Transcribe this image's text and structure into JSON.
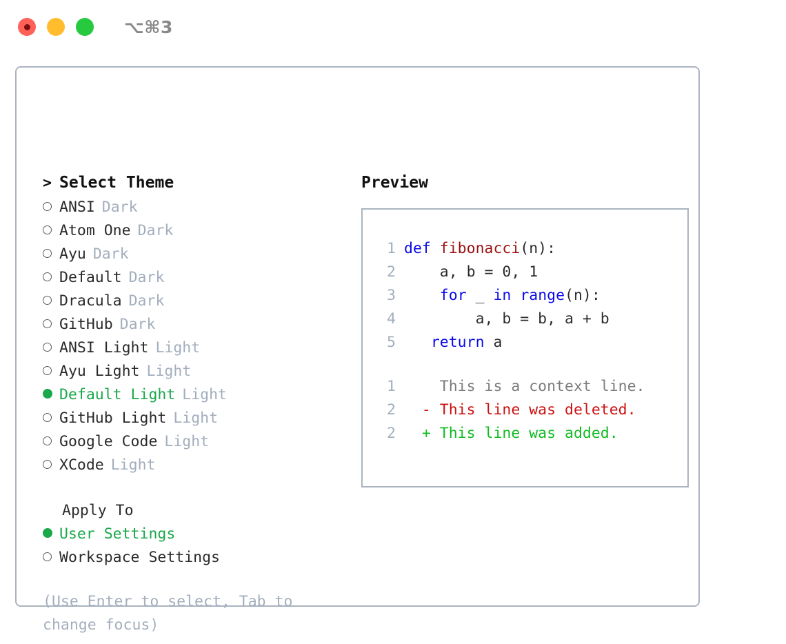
{
  "window": {
    "shortcut": "⌥⌘3",
    "traffic_lights": [
      {
        "name": "close-button",
        "color": "#ff6058"
      },
      {
        "name": "minimize-button",
        "color": "#ffbd2e"
      },
      {
        "name": "maximize-button",
        "color": "#27c93f"
      }
    ]
  },
  "colors": {
    "accent_green": "#1aa84a",
    "muted": "#a3aebd",
    "border": "#aab4c0",
    "keyword_blue": "#0a0ae8",
    "function_red": "#9c1111",
    "diff_add": "#11bb22",
    "diff_del": "#cc1111"
  },
  "theme_list": {
    "header_marker": ">",
    "header": "Select Theme",
    "items": [
      {
        "marker": "○",
        "name": "ANSI",
        "tag": "Dark",
        "selected": false
      },
      {
        "marker": "○",
        "name": "Atom One",
        "tag": "Dark",
        "selected": false
      },
      {
        "marker": "○",
        "name": "Ayu",
        "tag": "Dark",
        "selected": false
      },
      {
        "marker": "○",
        "name": "Default",
        "tag": "Dark",
        "selected": false
      },
      {
        "marker": "○",
        "name": "Dracula",
        "tag": "Dark",
        "selected": false
      },
      {
        "marker": "○",
        "name": "GitHub",
        "tag": "Dark",
        "selected": false
      },
      {
        "marker": "○",
        "name": "ANSI Light",
        "tag": "Light",
        "selected": false
      },
      {
        "marker": "○",
        "name": "Ayu Light",
        "tag": "Light",
        "selected": false
      },
      {
        "marker": "●",
        "name": "Default Light",
        "tag": "Light",
        "selected": true
      },
      {
        "marker": "○",
        "name": "GitHub Light",
        "tag": "Light",
        "selected": false
      },
      {
        "marker": "○",
        "name": "Google Code",
        "tag": "Light",
        "selected": false
      },
      {
        "marker": "○",
        "name": "XCode",
        "tag": "Light",
        "selected": false
      }
    ]
  },
  "apply_to": {
    "label": "Apply To",
    "options": [
      {
        "marker": "●",
        "name": "User Settings",
        "selected": true
      },
      {
        "marker": "○",
        "name": "Workspace Settings",
        "selected": false
      }
    ]
  },
  "hint": "(Use Enter to select, Tab to change focus)",
  "preview": {
    "title": "Preview",
    "code_lines": [
      {
        "no": "1",
        "indent": "",
        "tokens": [
          {
            "t": "def",
            "c": "kw"
          },
          {
            "t": " ",
            "c": "code-text"
          },
          {
            "t": "fibonacci",
            "c": "fn"
          },
          {
            "t": "(n):",
            "c": "code-text"
          }
        ]
      },
      {
        "no": "2",
        "indent": "    ",
        "tokens": [
          {
            "t": "a, b = 0, 1",
            "c": "code-text"
          }
        ]
      },
      {
        "no": "3",
        "indent": "    ",
        "tokens": [
          {
            "t": "for",
            "c": "kw"
          },
          {
            "t": " _ ",
            "c": "code-text"
          },
          {
            "t": "in",
            "c": "kw"
          },
          {
            "t": " ",
            "c": "code-text"
          },
          {
            "t": "range",
            "c": "kw"
          },
          {
            "t": "(n):",
            "c": "code-text"
          }
        ]
      },
      {
        "no": "4",
        "indent": "        ",
        "tokens": [
          {
            "t": "a, b = b, a + b",
            "c": "code-text"
          }
        ]
      },
      {
        "no": "5",
        "indent": "   ",
        "tokens": [
          {
            "t": "return",
            "c": "kw"
          },
          {
            "t": " a",
            "c": "code-text"
          }
        ]
      }
    ],
    "diff_lines": [
      {
        "no": "1",
        "sign": " ",
        "text": "This is a context line.",
        "kind": "diff-ctx"
      },
      {
        "no": "2",
        "sign": "-",
        "text": "This line was deleted.",
        "kind": "diff-del"
      },
      {
        "no": "2",
        "sign": "+",
        "text": "This line was added.",
        "kind": "diff-add"
      }
    ]
  }
}
